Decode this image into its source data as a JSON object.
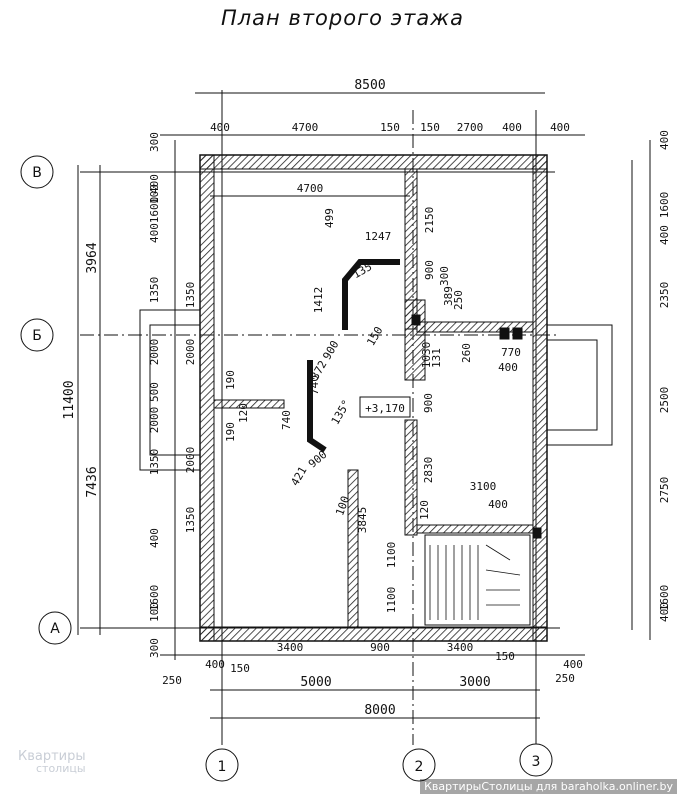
{
  "title": "План второго этажа",
  "axes": {
    "top": [
      "1",
      "2",
      "3"
    ],
    "left": [
      "В",
      "Б",
      "А"
    ]
  },
  "dims": {
    "total_top": "8500",
    "top_row": [
      "400",
      "4700",
      "150",
      "150",
      "2700",
      "400",
      "400"
    ],
    "inner_top": "4700",
    "overall_h": "11400",
    "left_h1": "3964",
    "left_h2": "7436",
    "left_small": [
      "300",
      "400",
      "100",
      "1600",
      "400",
      "1350",
      "2000",
      "500",
      "2000",
      "1350",
      "400",
      "1600",
      "100",
      "300"
    ],
    "left_inner": [
      "1350",
      "2000",
      "190",
      "190",
      "120",
      "2000",
      "1350"
    ],
    "right_col": [
      "400",
      "1600",
      "400",
      "2350",
      "2500",
      "2750",
      "1600",
      "400"
    ],
    "bottom_row": [
      "400",
      "3400",
      "900",
      "3400",
      "150",
      "400"
    ],
    "bottom_250": [
      "250",
      "250"
    ],
    "bottom_150": "150",
    "axis_dim_1": "5000",
    "axis_dim_2": "3000",
    "axis_total": "8000",
    "center_left": [
      "499",
      "1247",
      "1412",
      "900",
      "372",
      "740",
      "740",
      "900",
      "421",
      "100",
      "3845",
      "150"
    ],
    "center_right": [
      "2150",
      "900",
      "300",
      "389",
      "250",
      "1030",
      "131",
      "260",
      "770",
      "400",
      "900",
      "2830",
      "3100",
      "400",
      "120",
      "1100",
      "1100"
    ],
    "angles": [
      "135°",
      "135°"
    ],
    "level": "+3,170"
  },
  "footer": "КвартирыСтолицы для baraholka.onliner.by",
  "watermark": [
    "Квартиры",
    "столицы"
  ],
  "colors": {
    "line": "#111111",
    "hatch": "#222222"
  }
}
